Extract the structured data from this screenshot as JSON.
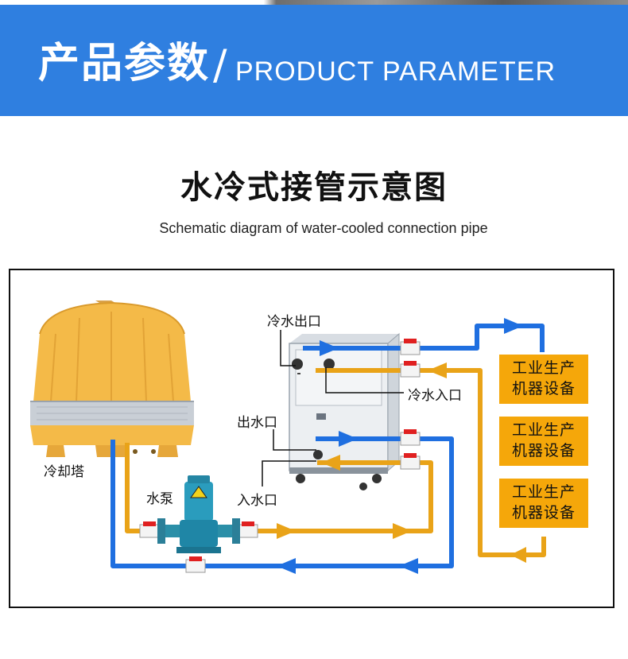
{
  "header": {
    "title_cn": "产品参数",
    "slash": "/",
    "title_en": "PRODUCT PARAMETER"
  },
  "title": "水冷式接管示意图",
  "subtitle": "Schematic diagram of water-cooled connection pipe",
  "labels": {
    "cold_water_out": "冷水出口",
    "cold_water_in": "冷水入口",
    "water_out": "出水口",
    "water_in": "入水口",
    "cooling_tower": "冷却塔",
    "pump": "水泵"
  },
  "equipment": [
    {
      "line1": "工业生产",
      "line2": "机器设备"
    },
    {
      "line1": "工业生产",
      "line2": "机器设备"
    },
    {
      "line1": "工业生产",
      "line2": "机器设备"
    }
  ],
  "colors": {
    "banner": "#2f7fe0",
    "blue_pipe": "#1f6fe0",
    "orange_pipe": "#e9a318",
    "equipment_box": "#f5a70a"
  }
}
